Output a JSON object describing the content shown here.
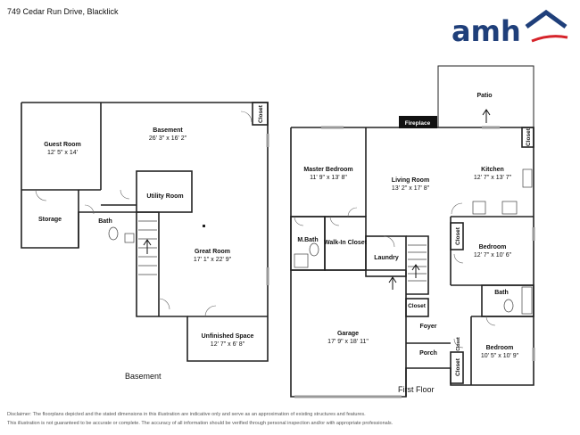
{
  "address": "749 Cedar Run Drive, Blacklick",
  "logo": {
    "text": "amh",
    "colors": {
      "text": "#1f3f7a",
      "house": "#1f3f7a",
      "accent": "#d6232a"
    }
  },
  "floors": {
    "basement": {
      "label": "Basement",
      "rooms": [
        {
          "name": "Guest Room",
          "dim": "12' 5\" x 14'"
        },
        {
          "name": "Basement",
          "dim": "26' 3\" x 16' 2\""
        },
        {
          "name": "Closet",
          "dim": ""
        },
        {
          "name": "Utility Room",
          "dim": ""
        },
        {
          "name": "Storage",
          "dim": ""
        },
        {
          "name": "Bath",
          "dim": ""
        },
        {
          "name": "Great Room",
          "dim": "17' 1\" x 22' 9\""
        },
        {
          "name": "Unfinished Space",
          "dim": "12' 7\" x 6' 8\""
        }
      ]
    },
    "first": {
      "label": "First Floor",
      "rooms": [
        {
          "name": "Patio",
          "dim": ""
        },
        {
          "name": "Fireplace",
          "dim": ""
        },
        {
          "name": "Master Bedroom",
          "dim": "11' 9\" x 13' 8\""
        },
        {
          "name": "Living Room",
          "dim": "13' 2\" x 17' 8\""
        },
        {
          "name": "Kitchen",
          "dim": "12' 7\" x 13' 7\""
        },
        {
          "name": "Closet",
          "dim": ""
        },
        {
          "name": "M.Bath",
          "dim": ""
        },
        {
          "name": "Walk-In Closet",
          "dim": ""
        },
        {
          "name": "Laundry",
          "dim": ""
        },
        {
          "name": "Bedroom",
          "dim": "12' 7\" x 10' 6\""
        },
        {
          "name": "Bath",
          "dim": ""
        },
        {
          "name": "Garage",
          "dim": "17' 9\" x 18' 11\""
        },
        {
          "name": "Foyer",
          "dim": ""
        },
        {
          "name": "Porch",
          "dim": ""
        },
        {
          "name": "Bedroom",
          "dim": "10' 5\" x 10' 9\""
        }
      ]
    }
  },
  "disclaimer": [
    "Disclaimer: The floorplans depicted and the stated dimensions in this illustration are indicative only and serve as an approximation of existing structures and features.",
    "This illustration is not guaranteed to be accurate or complete. The accuracy of all information should be verified through personal inspection and/or with appropriate professionals."
  ]
}
